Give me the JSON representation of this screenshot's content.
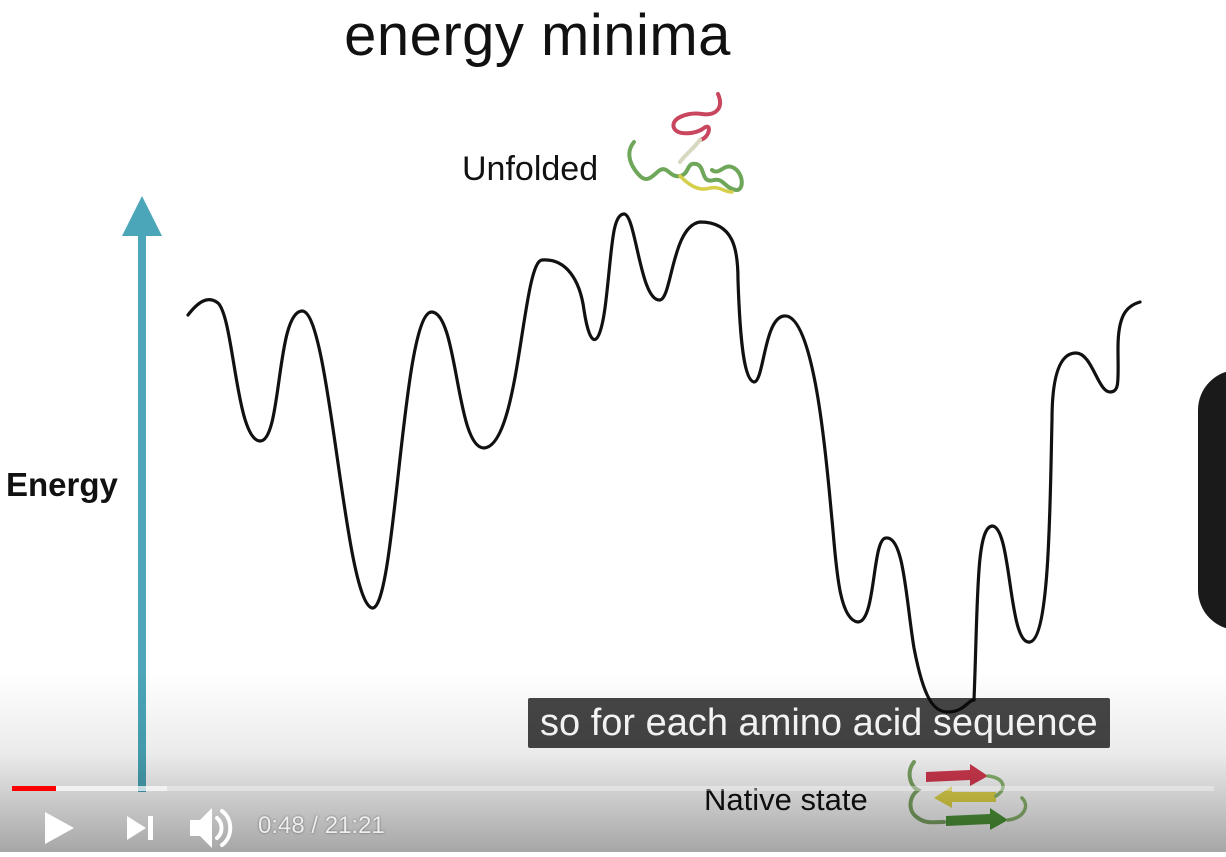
{
  "slide": {
    "title": "energy minima",
    "unfolded_label": "Unfolded",
    "energy_label": "Energy",
    "native_label": "Native state"
  },
  "caption": {
    "text": "so for each amino acid sequence"
  },
  "player": {
    "current_time": "0:48",
    "duration": "21:21",
    "time_display": "0:48 / 21:21",
    "played_fraction": 0.037,
    "loaded_fraction": 0.129,
    "accent_color": "#ff0000",
    "icons": [
      "play-icon",
      "next-icon",
      "volume-icon"
    ]
  },
  "colors": {
    "axis_arrow": "#4aa6b8",
    "curve": "#111111"
  }
}
